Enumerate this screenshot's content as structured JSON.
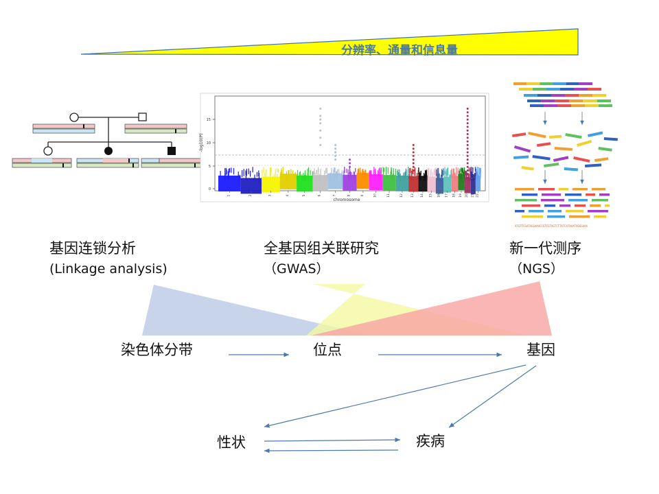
{
  "wedge": {
    "label": "分辨率、通量和信息量"
  },
  "methods": [
    {
      "name": "基因连锁分析",
      "english": "(Linkage analysis)"
    },
    {
      "name": "全基因组关联研究",
      "english": "（GWAS）"
    },
    {
      "name": "新一代测序",
      "english": "（NGS）"
    }
  ],
  "levels": [
    {
      "label": "染色体分带"
    },
    {
      "label": "位点"
    },
    {
      "label": "基因"
    }
  ],
  "outcomes": [
    {
      "label": "性状"
    },
    {
      "label": "疾病"
    }
  ],
  "colors": {
    "wedge_fill": "#ffff00",
    "wedge_text": "#4a7aa8",
    "arrow": "#4a78b0",
    "blue_triangle": "#b8c8e4",
    "yellow_triangle": "#f4f9a0",
    "red_triangle": "#f9a2a2"
  },
  "gwas_plot": {
    "ylabel": "-log10(P)",
    "xlabel": "chromosome",
    "y_ticks": [
      "0",
      "5",
      "10",
      "15"
    ],
    "chromosomes": [
      "1",
      "2",
      "3",
      "4",
      "5",
      "6",
      "7",
      "8",
      "9",
      "10",
      "11",
      "12",
      "13",
      "14",
      "15",
      "16",
      "17",
      "18",
      "19",
      "20",
      "21",
      "22"
    ]
  },
  "ngs": {
    "sequence": "ATGTTCGATAGGAAACCGTCGTAGTCTTATCATAAATAGGGAAA"
  }
}
